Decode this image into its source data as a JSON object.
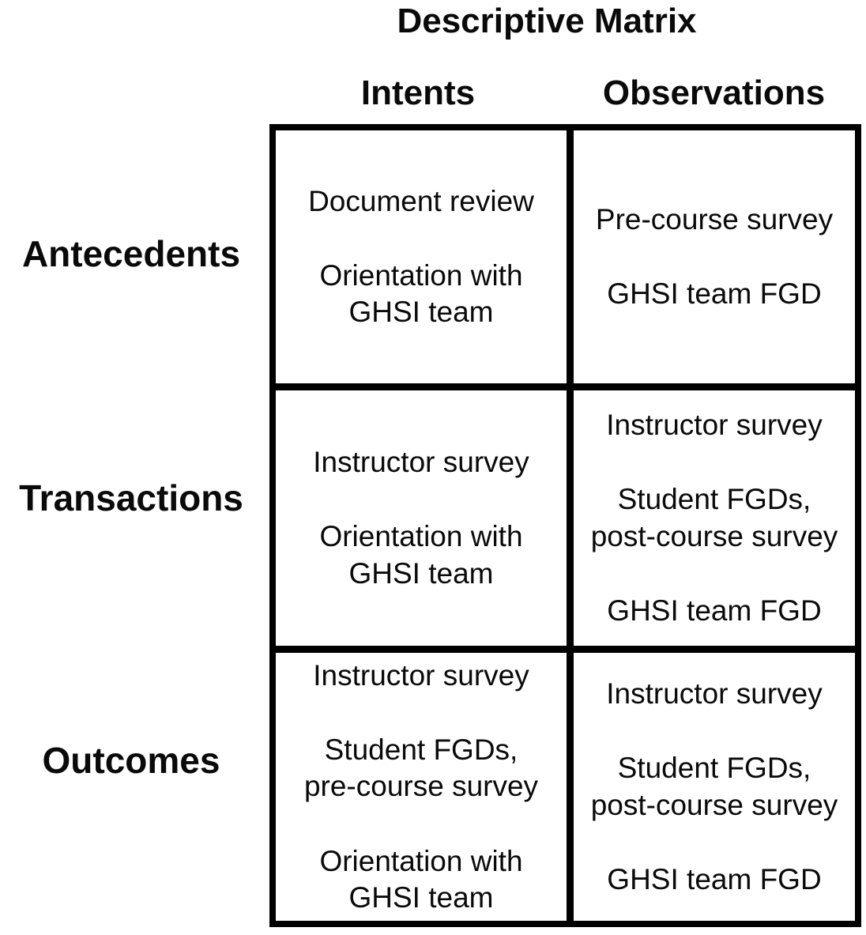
{
  "title": "Descriptive Matrix",
  "columns": {
    "intents": "Intents",
    "observations": "Observations"
  },
  "rows": [
    {
      "label": "Antecedents",
      "intents": [
        "Document review",
        "Orientation with\nGHSI team"
      ],
      "observations": [
        "Pre-course survey",
        "GHSI team FGD"
      ]
    },
    {
      "label": "Transactions",
      "intents": [
        "Instructor survey",
        "Orientation with\nGHSI team"
      ],
      "observations": [
        "Instructor survey",
        "Student FGDs,\npost-course survey",
        "GHSI team FGD"
      ]
    },
    {
      "label": "Outcomes",
      "intents": [
        "Instructor survey",
        "Student FGDs,\npre-course survey",
        "Orientation with\nGHSI team"
      ],
      "observations": [
        "Instructor survey",
        "Student FGDs,\npost-course survey",
        "GHSI team FGD"
      ]
    }
  ],
  "colors": {
    "text": "#0a0a0a",
    "grid_line": "#000000",
    "background": "#ffffff"
  }
}
